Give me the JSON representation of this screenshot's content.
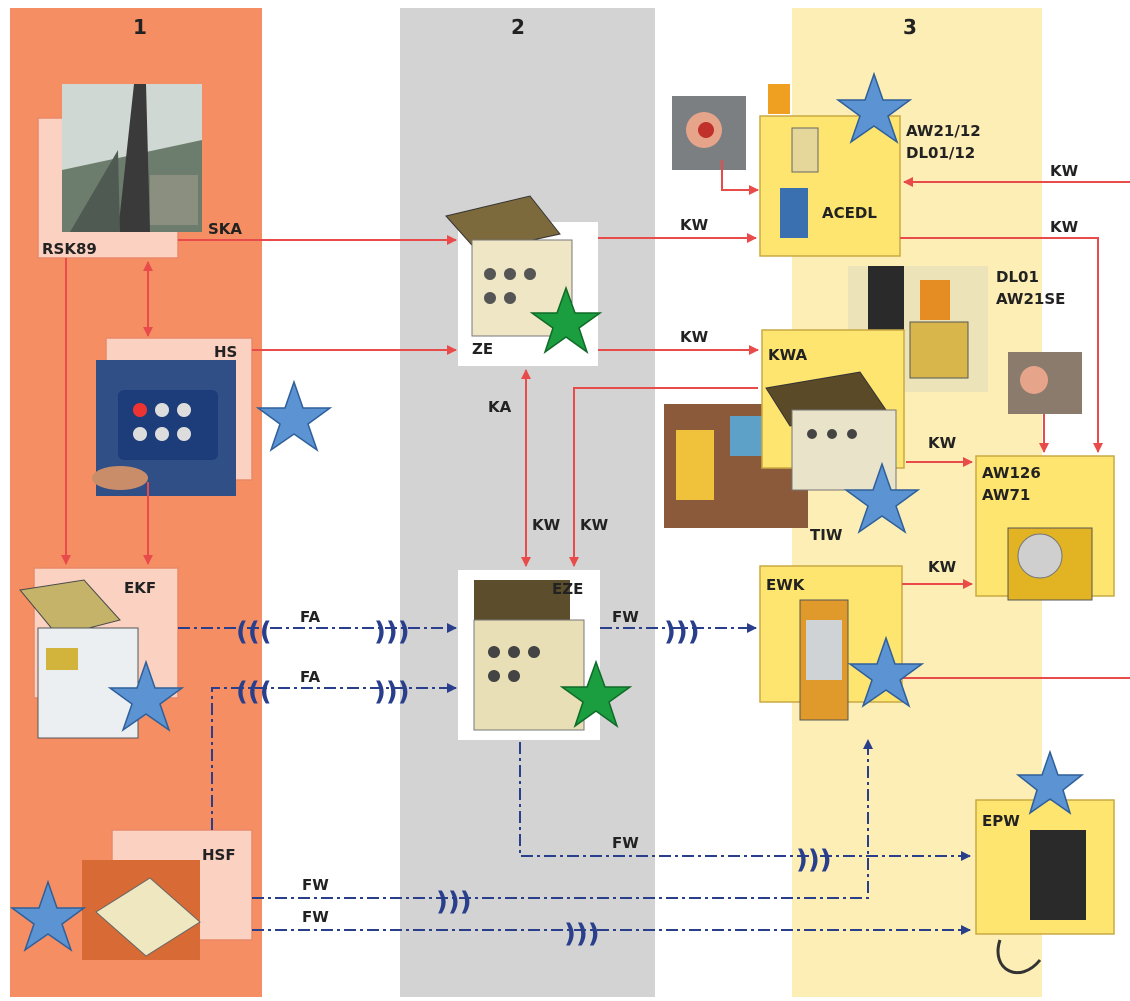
{
  "columns": {
    "c1": "1",
    "c2": "2",
    "c3": "3"
  },
  "devices": {
    "rsk89": "RSK89",
    "ska": "SKA",
    "hs": "HS",
    "ekf": "EKF",
    "hsf": "HSF",
    "ze": "ZE",
    "eze": "EZE",
    "acedl": "ACEDL",
    "aw21": "AW21/12",
    "dl0112": "DL01/12",
    "dl01": "DL01",
    "aw21se": "AW21SE",
    "kwa": "KWA",
    "tiw": "TIW",
    "aw126": "AW126",
    "aw71": "AW71",
    "ewk": "EWK",
    "epw": "EPW"
  },
  "links": {
    "ka": "KA",
    "kw": "KW",
    "fa": "FA",
    "fw": "FW",
    "waves_out": ")))",
    "waves_in": "((("
  },
  "colors": {
    "col1": "#f58f63",
    "col2": "#d3d3d3",
    "col3": "#fdeeb5",
    "box_pink": "#fbd2c2",
    "box_yellow": "#fde56f",
    "red_line": "#e94b4b",
    "blue_line": "#2a3f8c",
    "star_blue": "#5b93d3",
    "star_green": "#1a9e3f"
  }
}
